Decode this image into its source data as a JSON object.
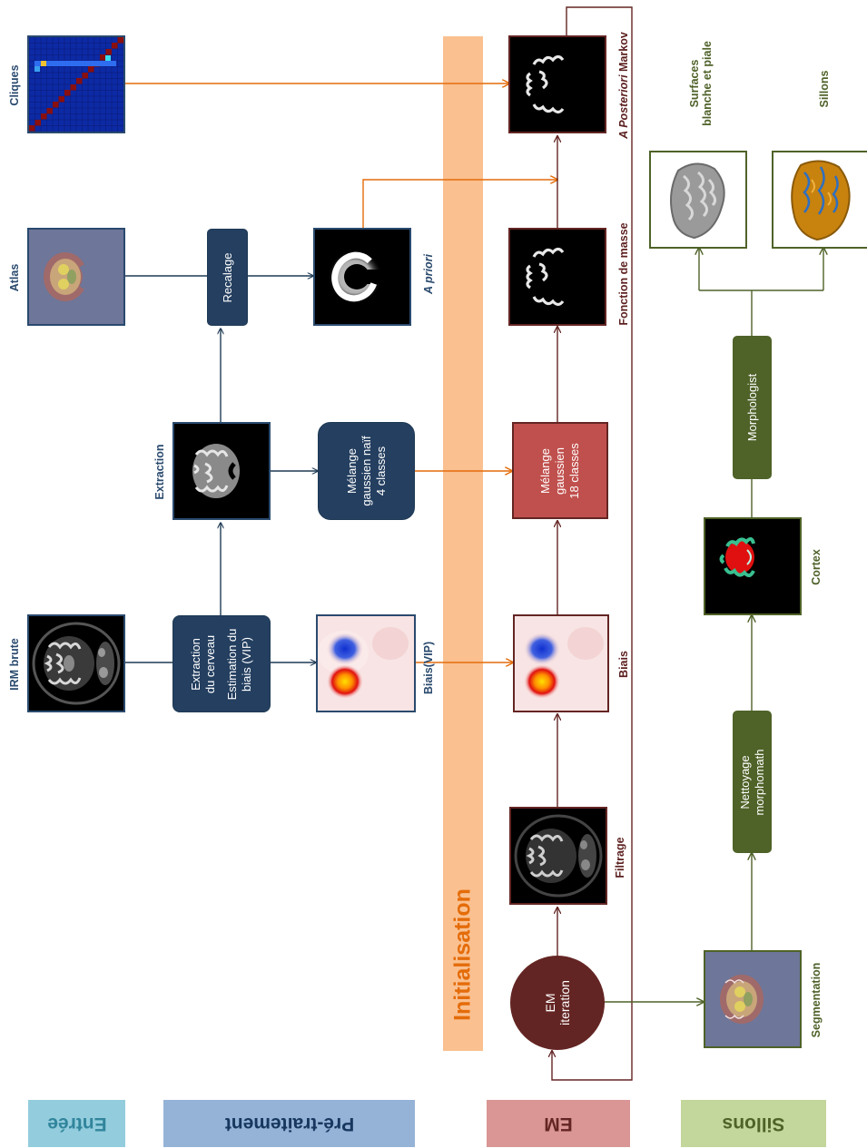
{
  "rows": {
    "entree": "Entrée",
    "pretraitement": "Pré-traitement",
    "em": "EM",
    "sillons": "Sillons"
  },
  "band": {
    "label": "Initialisation"
  },
  "labels": {
    "cliques": "Cliques",
    "atlas": "Atlas",
    "irm_brute": "IRM brute",
    "extraction": "Extraction",
    "a_priori": "A priori",
    "biais_vip": "Biais(VIP)",
    "a_posteriori": "A Posteriori",
    "markov": " Markov",
    "fonction_de_masse": "Fonction de masse",
    "biais": "Biais",
    "filtrage": "Filtrage",
    "surfaces_line1": "Surfaces",
    "surfaces_line2": "blanche et piale",
    "sillons_out": "Sillons",
    "cortex": "Cortex",
    "segmentation": "Segmentation"
  },
  "boxes": {
    "recalage": "Recalage",
    "melange_naif": [
      "Mélange",
      "gaussien naïf",
      "4 classes"
    ],
    "extraction_cerveau": [
      "Extraction",
      "du cerveau",
      "",
      "Estimation du",
      "biais (VIP)"
    ],
    "melange_18": [
      "Mélange",
      "gaussien",
      "18 classes"
    ],
    "em_iteration": [
      "EM",
      "iteration"
    ],
    "morphologist": "Morphologist",
    "nettoyage": [
      "Nettoyage",
      "morphomath"
    ]
  },
  "colors": {
    "navy_box": "#243f60",
    "navy_border": "#1f3a54",
    "maroon": "#632523",
    "maroon_line": "#632523",
    "red_box": "#c0504d",
    "green": "#4f6228",
    "orange": "#e46c0a",
    "band": "#fac090",
    "legend_entree": "#93cddd",
    "legend_pretraitement": "#95b3d7",
    "legend_em": "#d99694",
    "legend_sillons": "#c3d69b"
  }
}
